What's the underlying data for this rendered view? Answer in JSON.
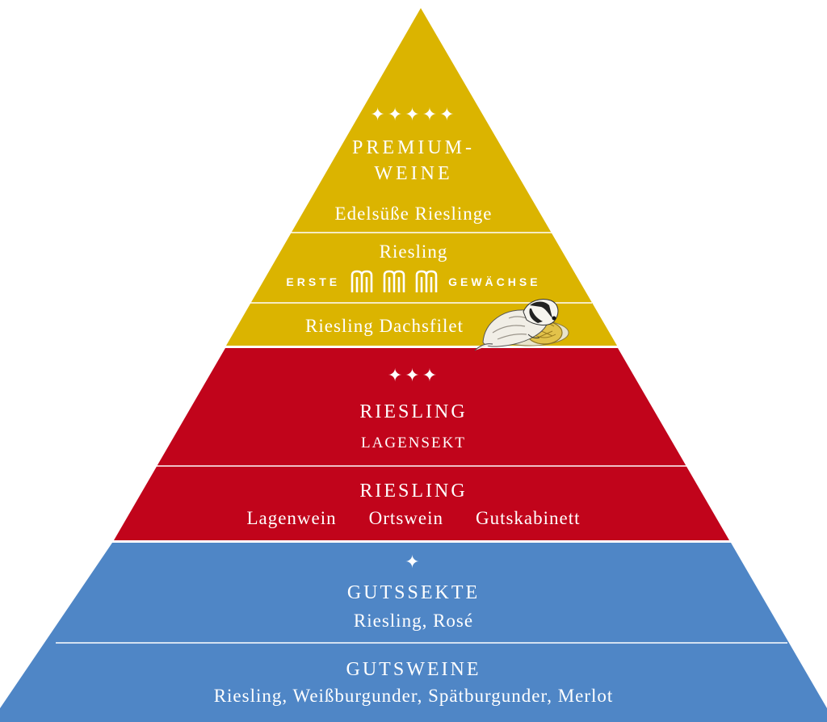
{
  "colors": {
    "gold": "#dbb400",
    "red": "#c1041b",
    "blue": "#4f86c6",
    "divider": "#ffffff"
  },
  "tiers": {
    "premium": {
      "stars": "✦✦✦✦✦",
      "title_line1": "PREMIUM-",
      "title_line2": "WEINE",
      "edelsuesse": "Edelsüße Rieslinge",
      "erste_riesling": "Riesling",
      "erste_left": "ERSTE",
      "erste_right": "GEWÄCHSE",
      "dachsfilet": "Riesling Dachsfilet"
    },
    "lagen": {
      "stars": "✦✦✦",
      "sekt_title": "RIESLING",
      "sekt_sub": "LAGENSEKT",
      "wein_title": "RIESLING",
      "wein_items": [
        "Lagenwein",
        "Ortswein",
        "Gutskabinett"
      ]
    },
    "guts": {
      "stars": "✦",
      "sekt_title": "GUTSSEKTE",
      "sekt_sub": "Riesling, Rosé",
      "wein_title": "GUTSWEINE",
      "wein_sub": "Riesling, Weißburgunder, Spätburgunder, Merlot"
    }
  },
  "icons": [
    "crown-icon",
    "crown-icon",
    "crown-icon",
    "badger-icon"
  ]
}
